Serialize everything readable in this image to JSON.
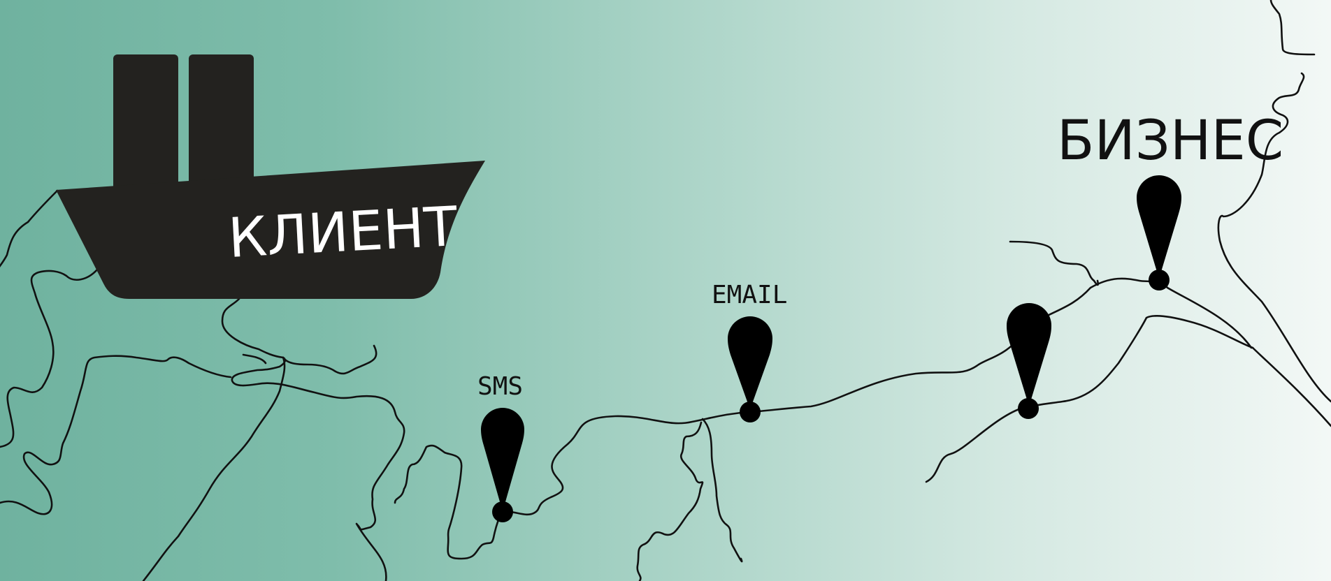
{
  "labels": {
    "client": "КЛИЕНТ",
    "business": "БИЗНЕС",
    "sms": "SMS",
    "email": "EMAIL"
  },
  "colors": {
    "gradient_start": "#6fb29f",
    "gradient_mid": "#a9d3c6",
    "gradient_end": "#f1f6f4",
    "ink": "#23221f"
  },
  "icons": [
    "ship-icon",
    "map-pin-icon"
  ]
}
